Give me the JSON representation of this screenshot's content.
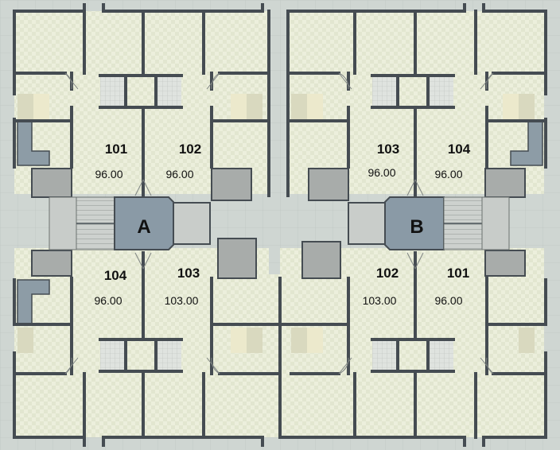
{
  "blocks": [
    {
      "core": "A",
      "units": [
        {
          "no": "101",
          "area": "96.00"
        },
        {
          "no": "102",
          "area": "96.00"
        },
        {
          "no": "104",
          "area": "96.00"
        },
        {
          "no": "103",
          "area": "103.00"
        }
      ]
    },
    {
      "core": "B",
      "units": [
        {
          "no": "103",
          "area": "96.00"
        },
        {
          "no": "104",
          "area": "96.00"
        },
        {
          "no": "102",
          "area": "103.00"
        },
        {
          "no": "101",
          "area": "96.00"
        }
      ]
    }
  ],
  "colors": {
    "background": "#cfd6d2",
    "room_fill": "#ecefdc",
    "wall": "#454c52",
    "core": "#8a9aa6",
    "shaft": "#a9adab",
    "stair": "#c9cdca",
    "balcony": "#dcdcc3",
    "bath_tile": "#d8ddd9"
  }
}
